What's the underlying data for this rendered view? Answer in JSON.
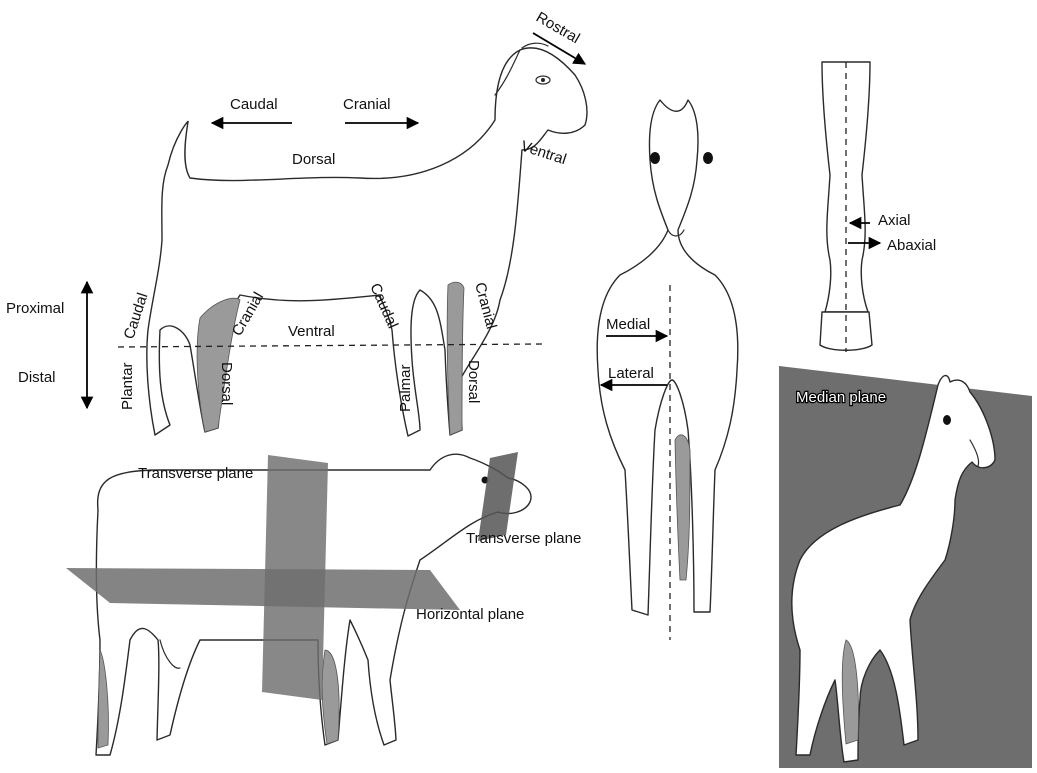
{
  "colors": {
    "plane": "#6e6e6e",
    "plane_dark": "#555555",
    "shade": "#9a9a9a"
  },
  "goat": {
    "rostral": "Rostral",
    "caudal": "Caudal",
    "cranial": "Cranial",
    "dorsal": "Dorsal",
    "ventral_head": "Ventral",
    "proximal": "Proximal",
    "distal": "Distal",
    "hind_caudal": "Caudal",
    "hind_cranial": "Cranial",
    "ventral_belly": "Ventral",
    "fore_caudal": "Caudal",
    "fore_cranial": "Cranial",
    "plantar": "Plantar",
    "hind_dorsal": "Dorsal",
    "palmar": "Palmar",
    "fore_dorsal": "Dorsal"
  },
  "horse_front": {
    "medial": "Medial",
    "lateral": "Lateral"
  },
  "leg": {
    "axial": "Axial",
    "abaxial": "Abaxial"
  },
  "cow": {
    "transverse_plane_1": "Transverse plane",
    "transverse_plane_2": "Transverse plane",
    "horizontal_plane": "Horizontal plane"
  },
  "horse_side": {
    "median_plane": "Median plane"
  }
}
